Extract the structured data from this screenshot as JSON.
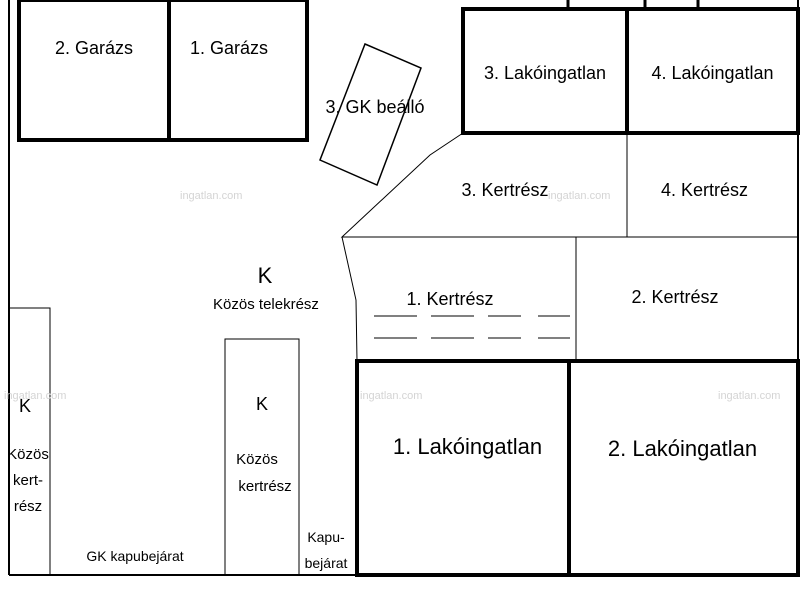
{
  "plot_labels": {
    "garage_2": "2. Garázs",
    "garage_1": "1. Garázs",
    "gk_parking": "3. GK beálló",
    "house_3": "3. Lakóingatlan",
    "house_4": "4. Lakóingatlan",
    "garden_3": "3. Kertrész",
    "garden_4": "4. Kertrész",
    "garden_1": "1. Kertrész",
    "garden_2": "2. Kertrész",
    "house_1": "1. Lakóingatlan",
    "house_2": "2. Lakóingatlan",
    "common_letter": "K",
    "common_lot": "Közös telekrész",
    "left_k": "K",
    "left_line1": "Közös",
    "left_line2": "kert-",
    "left_line3": "rész",
    "mid_k": "K",
    "mid_line1": "Közös",
    "mid_line2": "kertrész",
    "gk_entrance": "GK kapubejárat",
    "gate_line1": "Kapu-",
    "gate_line2": "bejárat"
  },
  "watermark": "ingatlan.com"
}
